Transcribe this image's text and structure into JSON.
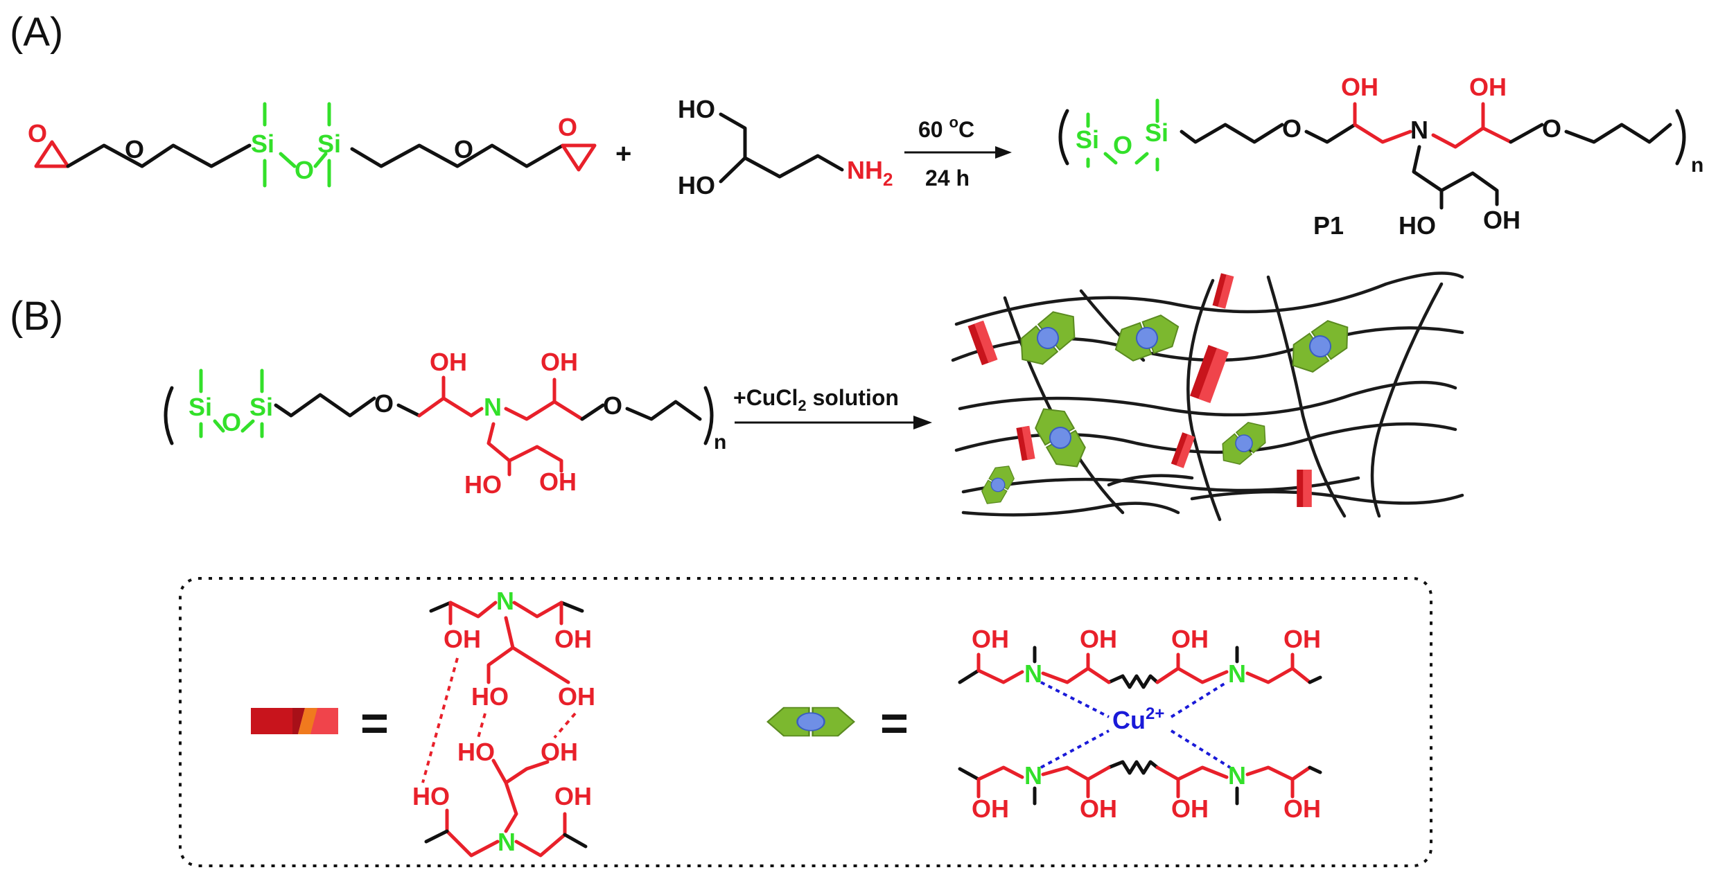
{
  "panels": {
    "a": "(A)",
    "b": "(B)"
  },
  "atoms": {
    "o": "O",
    "si": "Si",
    "oh": "OH",
    "ho": "HO",
    "n": "N",
    "nh": "NH",
    "sub2": "2",
    "cu": "Cu",
    "cu_charge": "2+"
  },
  "panel_a": {
    "plus": "+",
    "cond_temp": "60 ",
    "cond_temp_sup": "o",
    "cond_temp_unit": "C",
    "cond_time": "24 h",
    "product_label": "P1",
    "repeat_n": "n"
  },
  "panel_b": {
    "reagent_plus": "+",
    "reagent": "CuCl",
    "reagent_sub": "2",
    "reagent_suffix": " solution",
    "repeat_n": "n"
  },
  "legend": {
    "equals_1": "=",
    "equals_2": "="
  },
  "colors": {
    "epoxide_amine_red": "#e8202a",
    "siloxane_green": "#33e02a",
    "ligand_green": "#7cb82f",
    "copper_blue": "#6f8fe6",
    "cu_label_blue": "#1a1ad8"
  }
}
